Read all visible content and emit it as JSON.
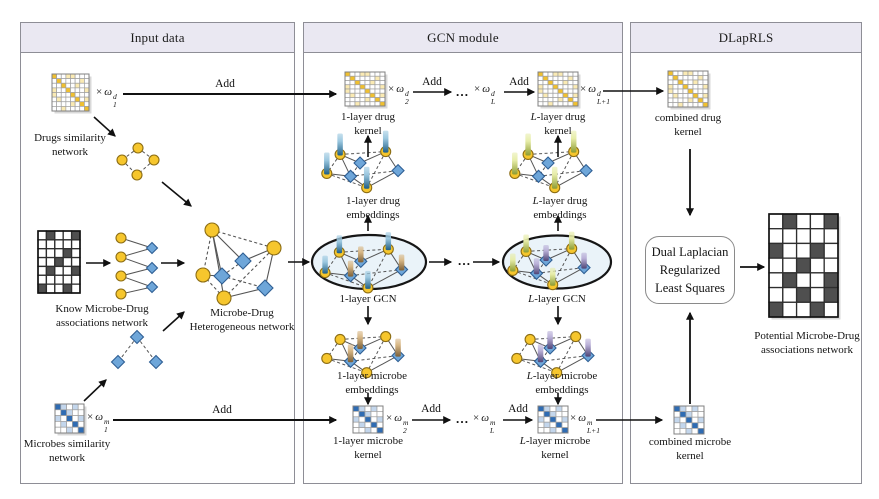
{
  "panel_titles": {
    "input": "Input data",
    "gcn": "GCN module",
    "dlap": "DLapRLS"
  },
  "labels": {
    "drugs_similarity": "Drugs similarity network",
    "known_assoc": "Know Microbe-Drug associations network",
    "heterogeneous": "Microbe-Drug Heterogeneous network",
    "microbes_similarity": "Microbes similarity network",
    "drug_kernel_1": "1-layer drug kernel",
    "drug_kernel_L_lead": "L",
    "drug_kernel_L_rest": "-layer drug kernel",
    "drug_emb_1": "1-layer drug embeddings",
    "drug_emb_L_lead": "L",
    "drug_emb_L_rest": "-layer drug embeddings",
    "gcn_1": "1-layer GCN",
    "gcn_L_lead": "L",
    "gcn_L_rest": "-layer GCN",
    "microbe_emb_1": "1-layer microbe embeddings",
    "microbe_emb_L_lead": "L",
    "microbe_emb_L_rest": "-layer microbe embeddings",
    "microbe_kernel_1": "1-layer microbe kernel",
    "microbe_kernel_L_lead": "L",
    "microbe_kernel_L_rest": "-layer microbe kernel",
    "combined_drug": "combined drug kernel",
    "combined_microbe": "combined microbe kernel",
    "potential": "Potential Microbe-Drug associations network",
    "add": "Add",
    "dots": "…",
    "dlap_line1": "Dual Laplacian",
    "dlap_line2": "Regularized",
    "dlap_line3": "Least Squares"
  },
  "math": {
    "w1d": {
      "prefix": "×",
      "symbol": "ω",
      "sup": "d",
      "sub": "1"
    },
    "w2d": {
      "prefix": "×",
      "symbol": "ω",
      "sup": "d",
      "sub": "2"
    },
    "wLd": {
      "prefix": "×",
      "symbol": "ω",
      "sup": "d",
      "sub": "L"
    },
    "wL1d": {
      "prefix": "×",
      "symbol": "ω",
      "sup": "d",
      "sub": "L+1"
    },
    "w1m": {
      "prefix": "×",
      "symbol": "ω",
      "sup": "m",
      "sub": "1"
    },
    "w2m": {
      "prefix": "×",
      "symbol": "ω",
      "sup": "m",
      "sub": "2"
    },
    "wLm": {
      "prefix": "×",
      "symbol": "ω",
      "sup": "m",
      "sub": "L"
    },
    "wL1m": {
      "prefix": "×",
      "symbol": "ω",
      "sup": "m",
      "sub": "L+1"
    }
  },
  "colors": {
    "panel_header": "#eae8f2",
    "panel_border": "#8e8e96",
    "arrow": "#111111",
    "node_circle": "#f6c62d",
    "node_circle_stroke": "#8c6d14",
    "node_diamond": "#6ea6d9",
    "node_diamond_stroke": "#2f5f94",
    "edge": "#555555",
    "ellipse_fill": "#eaf3f9",
    "ellipse_stroke": "#161616",
    "bar_blue_top": "#9cc8e0",
    "bar_blue_bottom": "#1f5f86",
    "bar_tan_top": "#d8b887",
    "bar_tan_bottom": "#7d5f36",
    "bar_green_top": "#e7edaa",
    "bar_green_bottom": "#8d9c31",
    "bar_purple_top": "#bab1d8",
    "bar_purple_bottom": "#4f4475"
  },
  "matrices": {
    "drug": {
      "pattern": [
        "D..LL...",
        ".D....L.",
        "..D..L..",
        "L..D...L",
        "L...D...",
        ".L...D.L",
        "....L.D.",
        "..L....D"
      ],
      "palette": {
        "D": "#f0c02f",
        "L": "#faeab3",
        ".": "#ffffff"
      },
      "grid": "#a0a0a0",
      "outer": "#808080"
    },
    "microbe": {
      "pattern": [
        "DL.L.",
        ".DL..",
        "L.D.L",
        ".L.D.",
        "..L.D"
      ],
      "palette": {
        "D": "#2f6cb3",
        "L": "#c3d6ec",
        ".": "#ffffff"
      },
      "grid": "#a0a0a0",
      "outer": "#808080"
    },
    "known": {
      "pattern": [
        ".#..#",
        ".....",
        "...#.",
        "..#..",
        ".#..#",
        ".....",
        "#..#."
      ],
      "palette": {
        "#": "#4f4f4f",
        ".": "#ffffff"
      },
      "grid": "#2e2e2e",
      "outer": "#111111"
    },
    "potential": {
      "pattern": [
        ".#..#",
        ".....",
        "#..#.",
        "..#..",
        ".#..#",
        "..#.#",
        "#..#."
      ],
      "palette": {
        "#": "#4f4f4f",
        ".": "#ffffff"
      },
      "grid": "#2e2e2e",
      "outer": "#111111"
    }
  }
}
